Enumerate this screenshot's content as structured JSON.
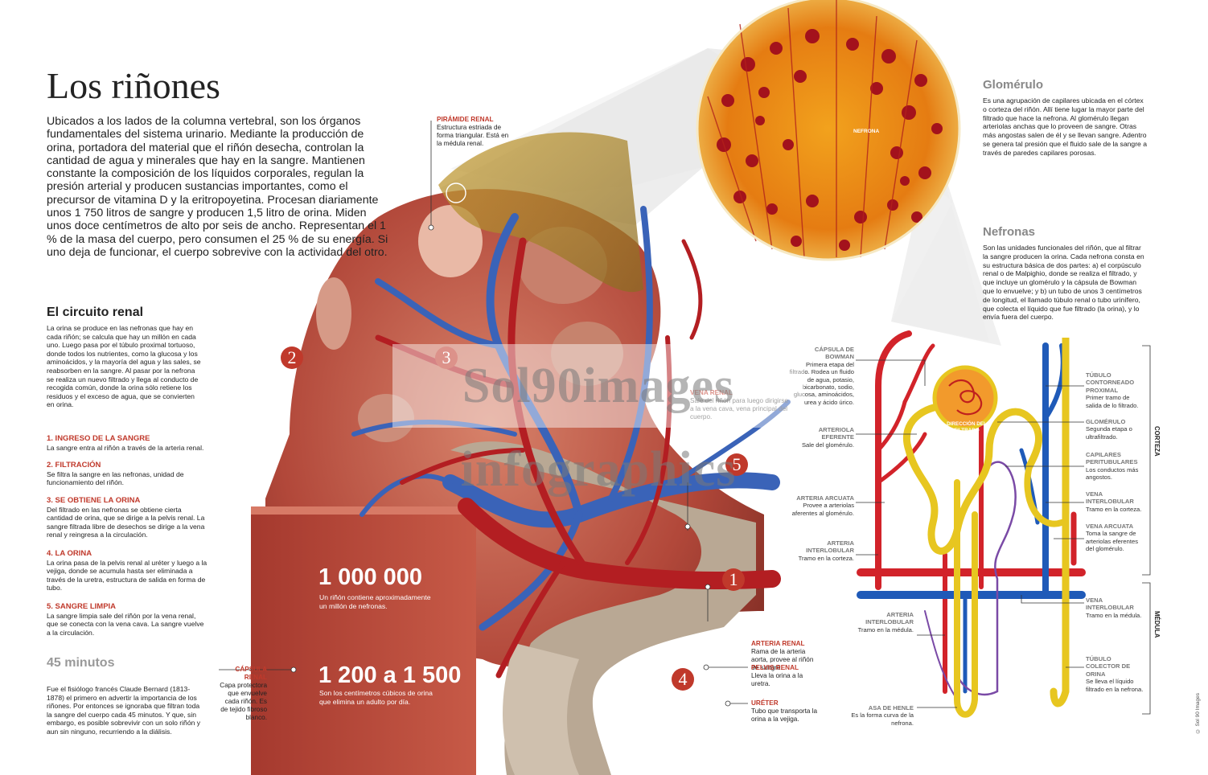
{
  "title": "Los riñones",
  "intro": "Ubicados a los lados de la columna vertebral, son los órganos fundamentales del sistema urinario. Mediante la producción de orina, portadora del material que el riñón desecha, controlan la cantidad de agua y minerales que hay en la sangre. Mantienen constante la composición de los líquidos corporales, regulan la presión arterial y producen sustancias importantes, como el precursor de vitamina D y la eritropoyetina. Procesan diariamente unos 1 750 litros de sangre y producen 1,5 litro de orina. Miden unos doce centímetros de alto por seis de ancho. Representan el 1 % de la masa del cuerpo, pero consumen el 25 % de su energía. Si uno deja de funcionar, el cuerpo sobrevive con la actividad del otro.",
  "circuit": {
    "title": "El circuito renal",
    "body": "La orina se produce en las nefronas que hay en cada riñón; se calcula que hay un millón en cada uno. Luego pasa por el túbulo proximal tortuoso, donde todos los nutrientes, como la glucosa y los aminoácidos, y la mayoría del agua y las sales, se reabsorben en la sangre. Al pasar por la nefrona se realiza un nuevo filtrado y llega al conducto de recogida común, donde la orina sólo retiene los residuos y el exceso de agua, que se convierten en orina.",
    "steps": [
      {
        "h": "1. INGRESO DE LA SANGRE",
        "t": "La sangre entra al riñón a través de la arteria renal."
      },
      {
        "h": "2. FILTRACIÓN",
        "t": "Se filtra la sangre en las nefronas, unidad de funcionamiento del riñón."
      },
      {
        "h": "3. SE OBTIENE LA ORINA",
        "t": "Del filtrado en las nefronas se obtiene cierta cantidad de orina, que se dirige a la pelvis renal. La sangre filtrada libre de desechos se dirige a la vena renal y reingresa a la circulación."
      },
      {
        "h": "4. LA ORINA",
        "t": "La orina pasa de la pelvis renal al uréter y luego a la vejiga, donde se acumula hasta ser eliminada a través de la uretra, estructura de salida en forma de tubo."
      },
      {
        "h": "5. SANGRE LIMPIA",
        "t": "La sangre limpia sale del riñón por la vena renal, que se conecta con la vena cava. La sangre vuelve a la circulación."
      }
    ]
  },
  "minutes": {
    "title": "45 minutos",
    "body": "Fue el fisiólogo francés Claude Bernard (1813-1878) el primero en advertir la importancia de los riñones. Por entonces se ignoraba que filtran toda la sangre del cuerpo cada 45 minutos. Y que, sin embargo, es posible sobrevivir con un solo riñón y aun sin ninguno, recurriendo a la diálisis."
  },
  "stats": [
    {
      "value": "1 000 000",
      "text": "Un riñón contiene aproximadamente un millón de nefronas."
    },
    {
      "value": "1 200 a 1 500",
      "text": "Son los centímetros cúbicos de orina que elimina un adulto por día."
    }
  ],
  "numbers": [
    "1",
    "2",
    "3",
    "4",
    "5"
  ],
  "kidney_labels": {
    "piramide": {
      "h": "PIRÁMIDE RENAL",
      "t": "Estructura estriada de forma triangular. Está en la médula renal."
    },
    "capsula": {
      "h": "CÁPSULA RENAL",
      "t": "Capa protectora que envuelve cada riñón. Es de tejido fibroso blanco."
    },
    "vena_renal": {
      "h": "VENA RENAL",
      "t": "Sale del riñón para luego dirigirse a la vena cava, vena principal del cuerpo."
    },
    "arteria_renal": {
      "h": "ARTERIA RENAL",
      "t": "Rama de la arteria aorta, provee al riñón de sangre."
    },
    "pelvis": {
      "h": "PELVIS RENAL",
      "t": "Lleva la orina a la uretra."
    },
    "ureter": {
      "h": "URÉTER",
      "t": "Tubo que transporta la orina a la vejiga."
    }
  },
  "magnifier_label": "NEFRONA",
  "glomerulo": {
    "title": "Glomérulo",
    "body": "Es una agrupación de capilares ubicada en el córtex o corteza del riñón. Allí tiene lugar la mayor parte del filtrado que hace la nefrona. Al glomérulo llegan arteriolas anchas que lo proveen de sangre. Otras más angostas salen de él y se llevan sangre. Adentro se genera tal presión que el fluido sale de la sangre a través de paredes capilares porosas."
  },
  "nefronas": {
    "title": "Nefronas",
    "body": "Son las unidades funcionales del riñón, que al filtrar la sangre producen la orina. Cada nefrona consta en su estructura básica de dos partes: a) el corpúsculo renal o de Malpighio, donde se realiza el filtrado, y que incluye un glomérulo y la cápsula de Bowman que lo envuelve; y b) un tubo de unos 3 centímetros de longitud, el llamado túbulo renal o tubo urinífero, que colecta el líquido que fue filtrado (la orina), y lo envía fuera del cuerpo."
  },
  "nephron_left": [
    {
      "h": "CÁPSULA DE BOWMAN",
      "t": "Primera etapa del filtrado. Rodea un fluido de agua, potasio, bicarbonato, sodio, glucosa, aminoácidos, urea y ácido úrico."
    },
    {
      "h": "ARTERIOLA EFERENTE",
      "t": "Sale del glomérulo."
    },
    {
      "h": "ARTERIA ARCUATA",
      "t": "Provee a arteriolas aferentes al glomérulo."
    },
    {
      "h": "ARTERIA INTERLOBULAR",
      "t": "Tramo en la corteza."
    },
    {
      "h": "ARTERIA INTERLOBULAR",
      "t": "Tramo en la médula."
    },
    {
      "h": "ASA DE HENLE",
      "t": "Es la forma curva de la nefrona."
    }
  ],
  "nephron_right": [
    {
      "h": "TÚBULO CONTORNEADO PROXIMAL",
      "t": "Primer tramo de salida de lo filtrado."
    },
    {
      "h": "GLOMÉRULO",
      "t": "Segunda etapa o ultrafiltrado."
    },
    {
      "h": "CAPILARES PERITUBULARES",
      "t": "Los conductos más angostos."
    },
    {
      "h": "VENA INTERLOBULAR",
      "t": "Tramo en la corteza."
    },
    {
      "h": "VENA ARCUATA",
      "t": "Toma la sangre de arteriolas eferentes del glomérulo."
    },
    {
      "h": "VENA INTERLOBULAR",
      "t": "Tramo en la médula."
    },
    {
      "h": "TÚBULO COLECTOR DE ORINA",
      "t": "Se lleva el líquido filtrado en la nefrona."
    }
  ],
  "direction_label": "DIRECCIÓN DEL FILTRADO",
  "zones": {
    "corteza": "CORTEZA",
    "medula": "MÉDULA"
  },
  "watermark": "Sol90images infographics",
  "copyright": "© Sol 90 Images"
}
